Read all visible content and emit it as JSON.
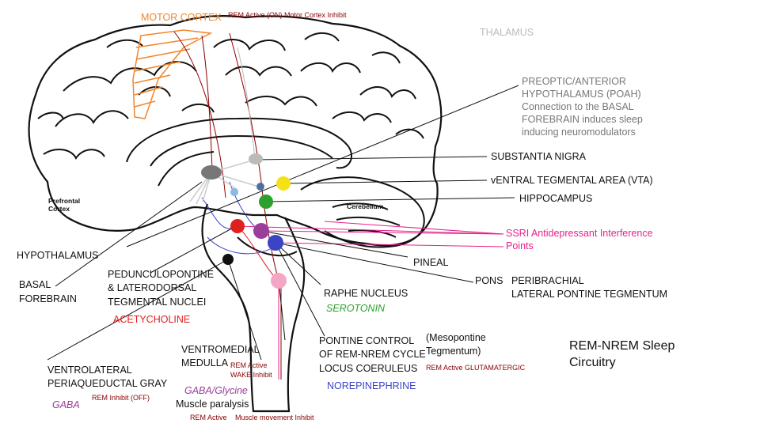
{
  "colors": {
    "motor_cortex": "#f2852a",
    "thalamus": "#bbbbbb",
    "poah": "#777777",
    "rem_dark_red": "#8b0000",
    "ssri_pink": "#e8208a",
    "serotonin_green": "#2ca02c",
    "acetylcholine_red": "#e01f1f",
    "gaba_purple": "#9b3d9b",
    "norepinephrine_blue": "#3b44c4",
    "black": "#111111"
  },
  "labels": {
    "motor_cortex": "MOTOR CORTEX",
    "motor_cortex_note": "REM Active (ON) Motor Cortex Inhibit",
    "thalamus": "THALAMUS",
    "poah": "PREOPTIC/ANTERIOR\nHYPOTHALAMUS (POAH)\nConnection to the BASAL\nFOREBRAIN induces sleep\ninducing neuromodulators",
    "substantia_nigra": "SUBSTANTIA NIGRA",
    "vta": "vENTRAL TEGMENTAL AREA (VTA)",
    "hippocampus": "HIPPOCAMPUS",
    "prefrontal_cortex": "Prefrontal\nCortex",
    "cerebellum": "Cerebellum",
    "ssri": "SSRI Antidepressant Interference\nPoints",
    "hypothalamus": "HYPOTHALAMUS",
    "pineal": "PINEAL",
    "basal_forebrain": "BASAL\nFOREBRAIN",
    "ppt_ldt": "PEDUNCULOPONTINE\n& LATERODORSAL\nTEGMENTAL NUCLEI",
    "acetylcholine": "ACETYCHOLINE",
    "pons": "PONS",
    "peribrachial": "PERIBRACHIAL\nLATERAL PONTINE TEGMENTUM",
    "raphe": "RAPHE NUCLEUS",
    "serotonin": "SEROTONIN",
    "mesopontine": "(Mesopontine\nTegmentum)",
    "pontine_control": "PONTINE CONTROL\nOF REM-NREM CYCLE\nLOCUS COERULEUS",
    "glutamatergic": "REM Active GLUTAMATERGIC",
    "norepinephrine": "NOREPINEPHRINE",
    "ventromedial": "VENTROMEDIAL\nMEDULLA",
    "ventromedial_note": "REM Active\nWAKE Inhibit",
    "gaba_glycine": "GABA/Glycine",
    "muscle_paralysis": "Muscle paralysis",
    "muscle_note_a": "REM Active",
    "muscle_note_b": "Muscle movement Inhibit",
    "vlpag": "VENTROLATERAL\nPERIAQUEDUCTAL GRAY",
    "vlpag_note": "REM Inhibit (OFF)",
    "gaba": "GABA",
    "title": "REM-NREM Sleep\nCircuitry"
  }
}
